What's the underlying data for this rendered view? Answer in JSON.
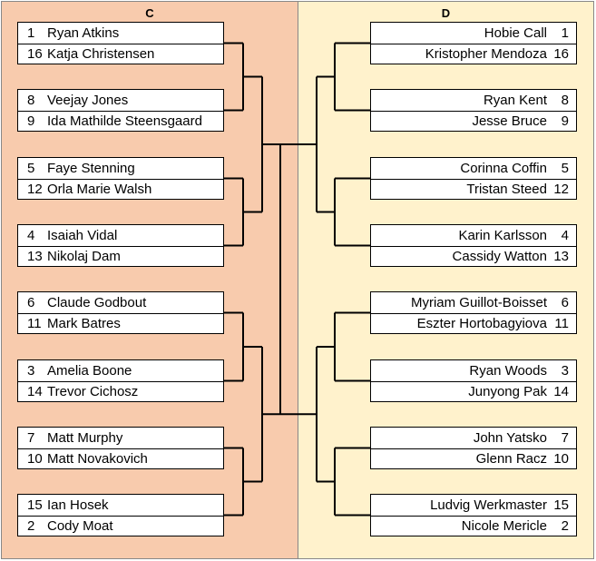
{
  "regions": [
    {
      "label": "C",
      "side": "left",
      "matches": [
        {
          "top": {
            "seed": "1",
            "name": "Ryan Atkins"
          },
          "bottom": {
            "seed": "16",
            "name": "Katja Christensen"
          }
        },
        {
          "top": {
            "seed": "8",
            "name": "Veejay Jones"
          },
          "bottom": {
            "seed": "9",
            "name": "Ida Mathilde Steensgaard"
          }
        },
        {
          "top": {
            "seed": "5",
            "name": "Faye Stenning"
          },
          "bottom": {
            "seed": "12",
            "name": "Orla Marie Walsh"
          }
        },
        {
          "top": {
            "seed": "4",
            "name": "Isaiah Vidal"
          },
          "bottom": {
            "seed": "13",
            "name": "Nikolaj Dam"
          }
        },
        {
          "top": {
            "seed": "6",
            "name": "Claude Godbout"
          },
          "bottom": {
            "seed": "11",
            "name": "Mark Batres"
          }
        },
        {
          "top": {
            "seed": "3",
            "name": "Amelia Boone"
          },
          "bottom": {
            "seed": "14",
            "name": "Trevor Cichosz"
          }
        },
        {
          "top": {
            "seed": "7",
            "name": "Matt Murphy"
          },
          "bottom": {
            "seed": "10",
            "name": "Matt Novakovich"
          }
        },
        {
          "top": {
            "seed": "15",
            "name": "Ian Hosek"
          },
          "bottom": {
            "seed": "2",
            "name": "Cody Moat"
          }
        }
      ]
    },
    {
      "label": "D",
      "side": "right",
      "matches": [
        {
          "top": {
            "seed": "1",
            "name": "Hobie Call"
          },
          "bottom": {
            "seed": "16",
            "name": "Kristopher Mendoza"
          }
        },
        {
          "top": {
            "seed": "8",
            "name": "Ryan Kent"
          },
          "bottom": {
            "seed": "9",
            "name": "Jesse Bruce"
          }
        },
        {
          "top": {
            "seed": "5",
            "name": "Corinna Coffin"
          },
          "bottom": {
            "seed": "12",
            "name": "Tristan Steed"
          }
        },
        {
          "top": {
            "seed": "4",
            "name": "Karin Karlsson"
          },
          "bottom": {
            "seed": "13",
            "name": "Cassidy Watton"
          }
        },
        {
          "top": {
            "seed": "6",
            "name": "Myriam Guillot-Boisset"
          },
          "bottom": {
            "seed": "11",
            "name": "Eszter Hortobagyiova"
          }
        },
        {
          "top": {
            "seed": "3",
            "name": "Ryan Woods"
          },
          "bottom": {
            "seed": "14",
            "name": "Junyong Pak"
          }
        },
        {
          "top": {
            "seed": "7",
            "name": "John Yatsko"
          },
          "bottom": {
            "seed": "10",
            "name": "Glenn Racz"
          }
        },
        {
          "top": {
            "seed": "15",
            "name": "Ludvig Werkmaster"
          },
          "bottom": {
            "seed": "2",
            "name": "Nicole Mericle"
          }
        }
      ]
    }
  ]
}
